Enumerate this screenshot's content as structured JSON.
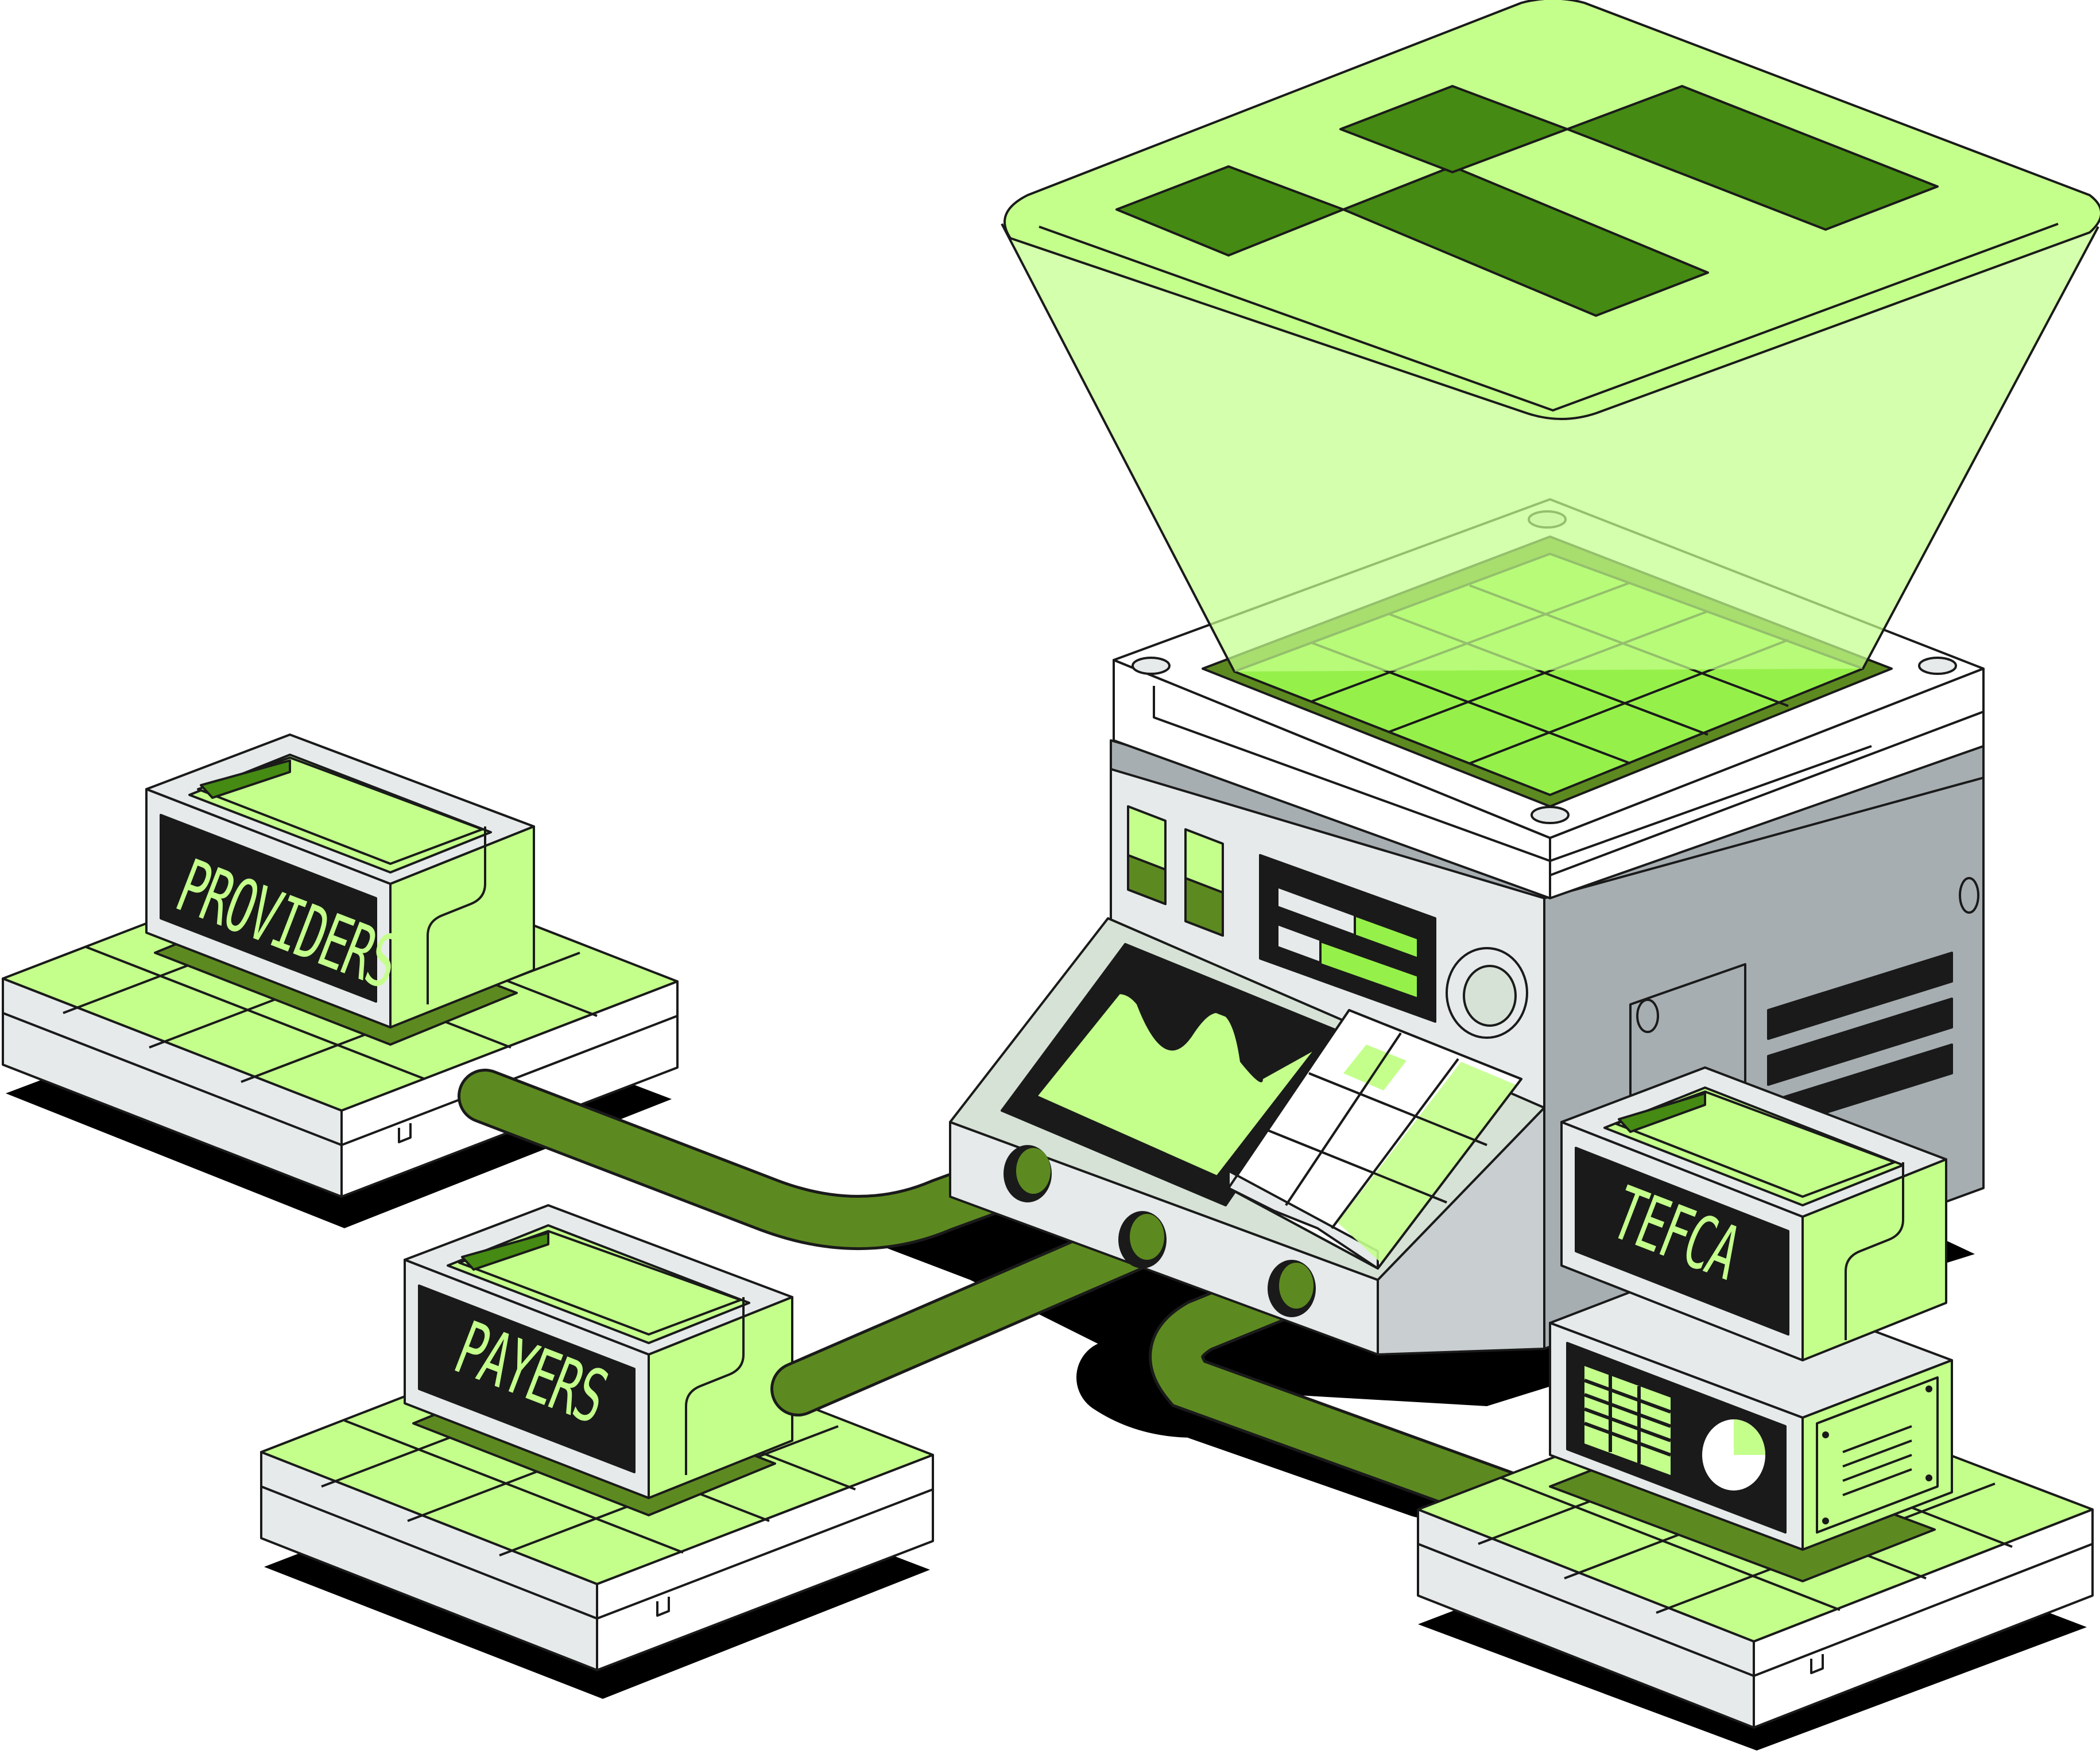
{
  "nodes": [
    {
      "id": "providers",
      "label": "PROVIDERS"
    },
    {
      "id": "payers",
      "label": "PAYERS"
    },
    {
      "id": "tefca",
      "label": "TEFCA"
    }
  ],
  "colors": {
    "light_green": "#c4ff8c",
    "bright_green": "#96f04a",
    "dark_green": "#458a12",
    "pipe_green": "#5d8a20",
    "panel_grey": "#e6eaea",
    "panel_mint": "#d6e2d6",
    "metal_grey": "#a7aeb1",
    "outline": "#1a1a1a",
    "shadow": "#000000"
  },
  "icons": [
    "hologram-cross-logo",
    "server-console",
    "wave-monitor-icon",
    "keypad-icon",
    "pie-chart-icon",
    "spreadsheet-icon",
    "document-icon",
    "knob-icon"
  ]
}
